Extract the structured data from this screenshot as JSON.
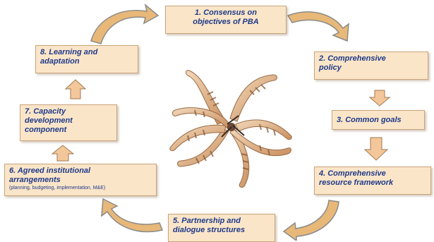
{
  "diagram": {
    "steps": [
      {
        "lines": [
          "1. Consensus on",
          "objectives of PBA"
        ]
      },
      {
        "lines": [
          "2. Comprehensive",
          "policy"
        ]
      },
      {
        "lines": [
          "3. Common goals"
        ]
      },
      {
        "lines": [
          "4. Comprehensive",
          "resource framework"
        ]
      },
      {
        "lines": [
          "5. Partnership and",
          "dialogue structures"
        ]
      },
      {
        "lines": [
          "6. Agreed institutional",
          "arrangements"
        ],
        "note": "(planning, budgeting, implementation, M&E)"
      },
      {
        "lines": [
          "7. Capacity",
          "development",
          "component"
        ]
      },
      {
        "lines": [
          "8. Learning and",
          "adaptation"
        ]
      }
    ]
  },
  "colors": {
    "box_fill": "#fbe5c8",
    "box_border": "#c9a47a",
    "text": "#1d3a8a",
    "arrow": "#e8b878",
    "arrow_shadow": "#8a8a8a"
  }
}
